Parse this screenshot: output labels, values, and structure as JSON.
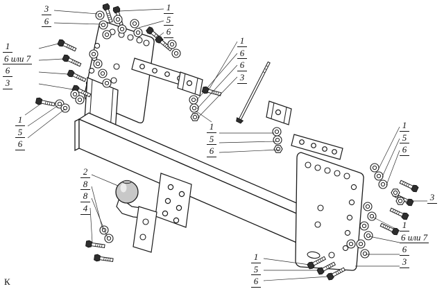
{
  "diagram": {
    "type": "exploded-assembly-drawing",
    "subject": "Tow hitch (towbar) assembly exploded view with fastener callouts",
    "caption": "К",
    "colors": {
      "background": "#ffffff",
      "line": "#1a1a1a",
      "ball_shade": "#c8c8c8"
    },
    "callouts": [
      {
        "id": "top-left",
        "items": [
          "3",
          "6"
        ]
      },
      {
        "id": "top-center",
        "items": [
          "1",
          "5",
          "6"
        ]
      },
      {
        "id": "left-upper",
        "items": [
          "1",
          "6 или 7",
          "6",
          "3"
        ]
      },
      {
        "id": "left-lower",
        "items": [
          "1",
          "5",
          "6"
        ]
      },
      {
        "id": "center-upper",
        "items": [
          "1",
          "6",
          "6",
          "3"
        ]
      },
      {
        "id": "center-lower",
        "items": [
          "1",
          "5",
          "6"
        ]
      },
      {
        "id": "right-upper",
        "items": [
          "1",
          "5",
          "6"
        ]
      },
      {
        "id": "right-three",
        "items": [
          "3"
        ]
      },
      {
        "id": "right-lower",
        "items": [
          "1",
          "6 или 7",
          "6",
          "3"
        ]
      },
      {
        "id": "bottom-center",
        "items": [
          "1",
          "5",
          "6"
        ]
      },
      {
        "id": "ball-group",
        "items": [
          "2",
          "8",
          "8",
          "4"
        ]
      }
    ]
  }
}
